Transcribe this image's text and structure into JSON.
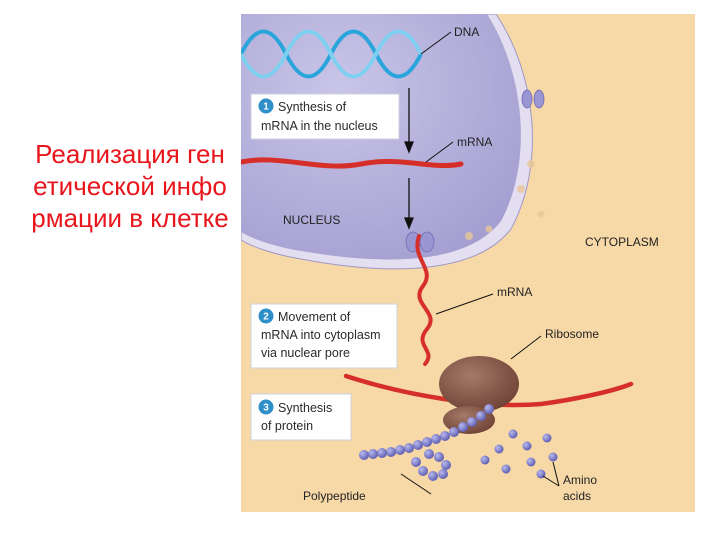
{
  "slide": {
    "title": "Реализация генетической информации в клетке"
  },
  "diagram": {
    "labels": {
      "dna": "DNA",
      "mrna_top": "mRNA",
      "nucleus": "NUCLEUS",
      "cytoplasm": "CYTOPLASM",
      "mrna_bottom": "mRNA",
      "ribosome": "Ribosome",
      "polypeptide": "Polypeptide",
      "amino_line1": "Amino",
      "amino_line2": "acids"
    },
    "steps": [
      {
        "number": "1",
        "lines": [
          "Synthesis of",
          "mRNA in the nucleus"
        ]
      },
      {
        "number": "2",
        "lines": [
          "Movement of",
          "mRNA into cytoplasm",
          "via nuclear pore"
        ]
      },
      {
        "number": "3",
        "lines": [
          "Synthesis",
          "of protein"
        ]
      }
    ],
    "colors": {
      "cytoplasm": "#f7d9a8",
      "nucleus": "#b8b3dc",
      "dna": "#2aa5dc",
      "mrna": "#d62f2a",
      "ribosome": "#8a5a4a",
      "amino_acid": "#7a7ac8",
      "step_badge": "#2e8fc9",
      "title": "#e8161c"
    }
  }
}
